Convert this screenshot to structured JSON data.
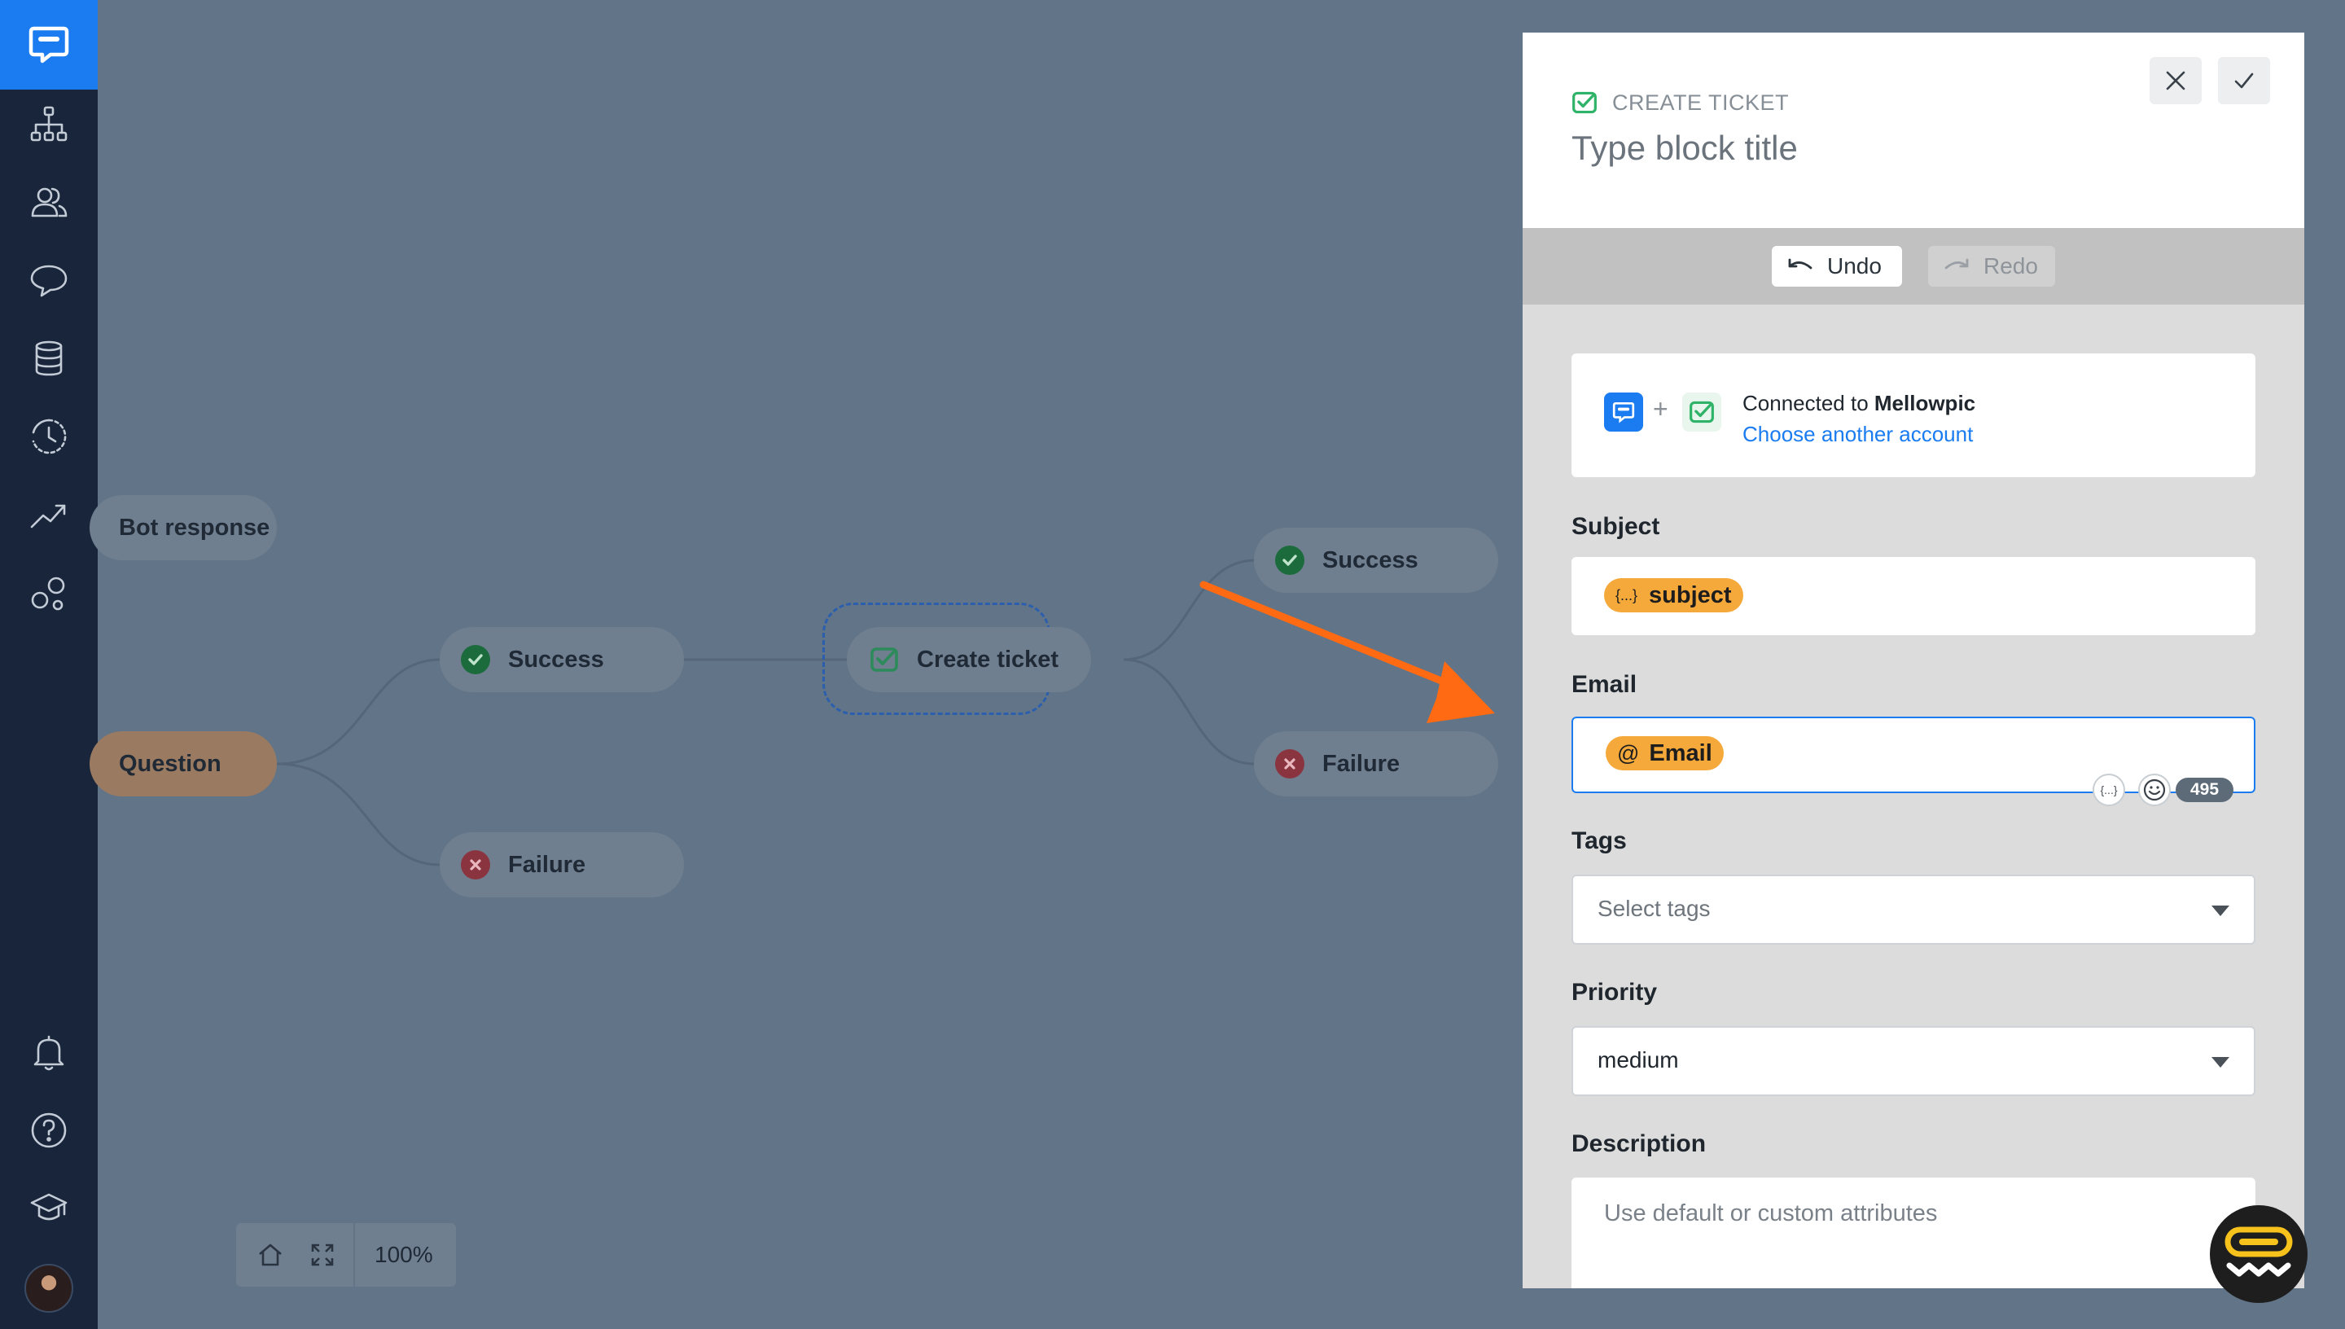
{
  "canvas": {
    "zoom": "100%",
    "nodes": {
      "bot_response": "Bot response",
      "question": "Question",
      "success_left": "Success",
      "failure_left": "Failure",
      "create_ticket": "Create ticket",
      "success_right": "Success",
      "failure_right": "Failure"
    }
  },
  "panel": {
    "block_type": "CREATE TICKET",
    "block_title_placeholder": "Type block title",
    "undo_label": "Undo",
    "redo_label": "Redo",
    "connection": {
      "prefix": "Connected to ",
      "account": "Mellowpic",
      "choose_link": "Choose another account",
      "plus": "+"
    },
    "fields": {
      "subject_label": "Subject",
      "subject_chip": "subject",
      "subject_chip_icon": "{...}",
      "email_label": "Email",
      "email_chip": "Email",
      "email_chip_icon": "@",
      "email_attr_icon": "{...}",
      "email_counter": "495",
      "tags_label": "Tags",
      "tags_placeholder": "Select tags",
      "priority_label": "Priority",
      "priority_value": "medium",
      "description_label": "Description",
      "description_placeholder": "Use default or custom attributes"
    }
  },
  "colors": {
    "brand": "#1a7cf0",
    "chip": "#f6a93b",
    "arrow": "#ff6a13",
    "success": "#1c6b3c",
    "failure": "#8a3440"
  }
}
